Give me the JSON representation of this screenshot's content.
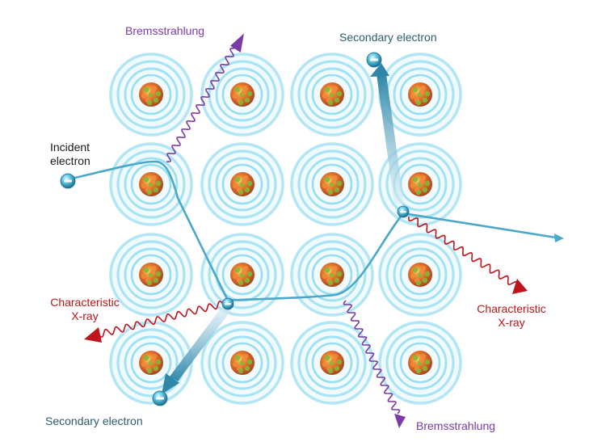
{
  "labels": {
    "incident_electron": "Incident\nelectron",
    "bremsstrahlung_top": "Bremsstrahlung",
    "bremsstrahlung_bottom": "Bremsstrahlung",
    "secondary_electron_top": "Secondary electron",
    "secondary_electron_bottom": "Secondary electron",
    "characteristic_xray_left": "Characteristic\nX-ray",
    "characteristic_xray_right": "Characteristic\nX-ray"
  },
  "colors": {
    "electron_path": "#4aa8c8",
    "bremsstrahlung": "#7a3aa8",
    "characteristic_xray": "#c0141c",
    "secondary_electron_arrow": "#3b8fb0",
    "orbital_glow": "#7fd6ef",
    "nucleus_orange": "#e8732a",
    "nucleus_green": "#7fb838"
  },
  "lattice": {
    "rows": 4,
    "cols": 4
  }
}
